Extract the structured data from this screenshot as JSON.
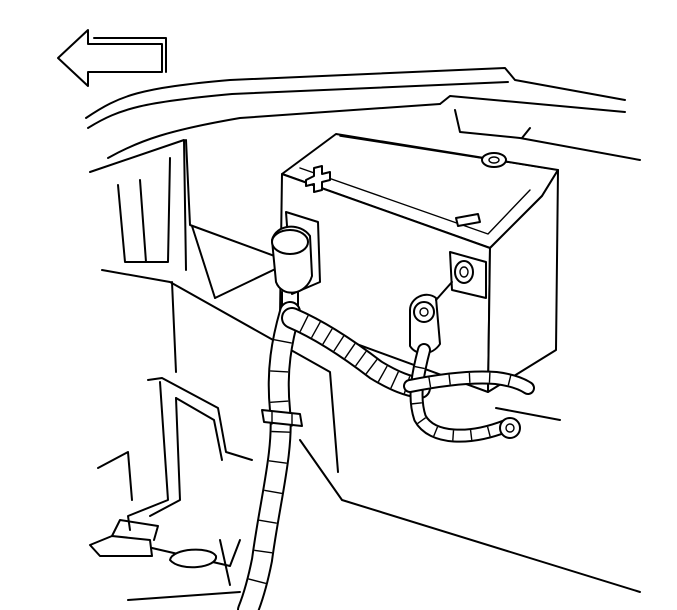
{
  "figure": {
    "kind": "line-drawing",
    "subject": "battery-with-cables-engine-compartment",
    "direction_arrow": "left",
    "colors": {
      "ink": "#000000",
      "paper": "#ffffff"
    },
    "harness_rings": {
      "positive_cable": 11,
      "negative_cable": 9,
      "lower_cable": 10
    }
  }
}
